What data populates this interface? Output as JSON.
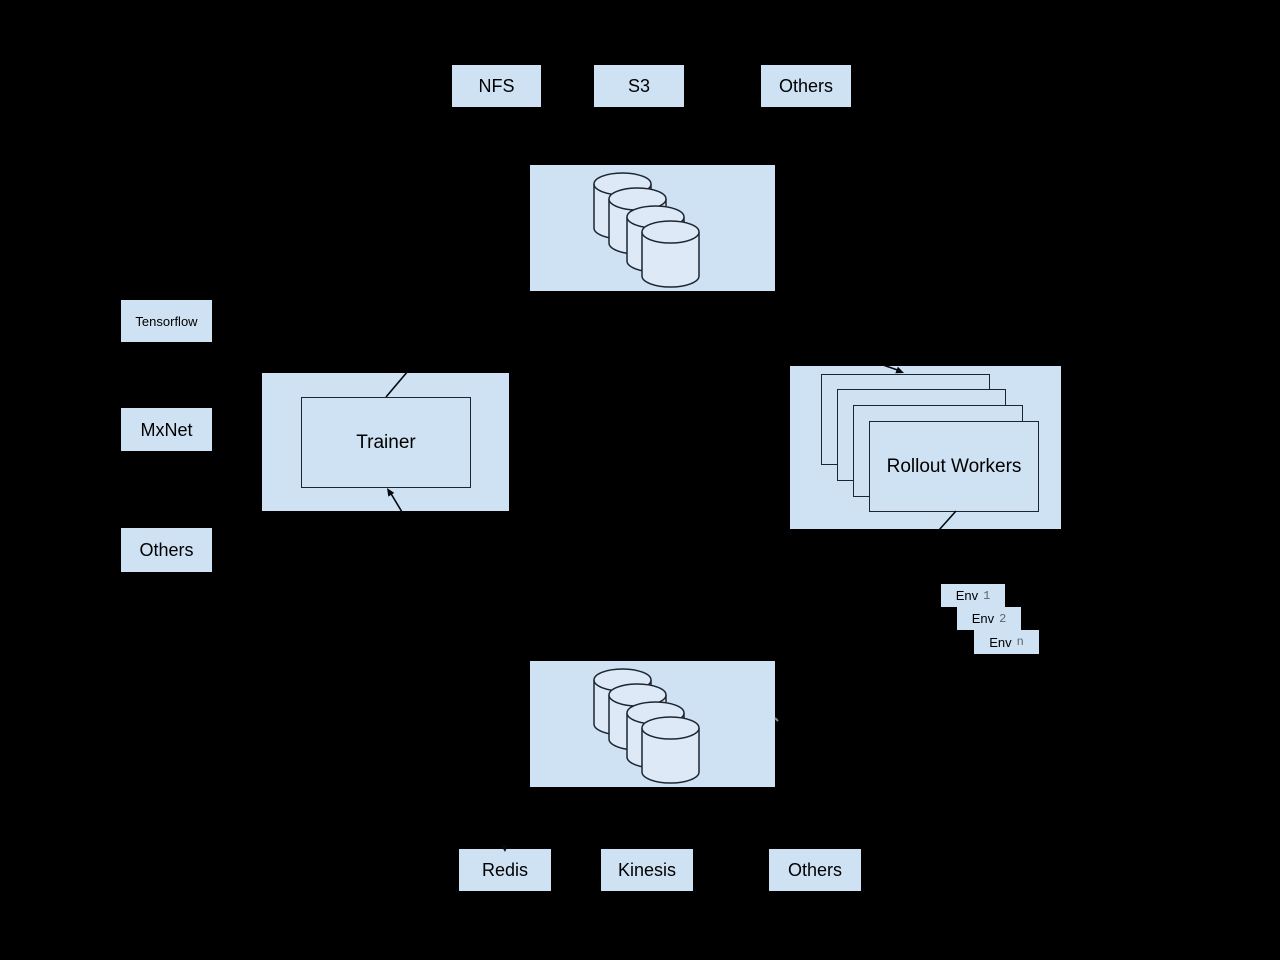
{
  "colors": {
    "background": "#000000",
    "node_fill": "#cfe2f3",
    "cylinder_fill": "#dde9f7",
    "outline": "#1d2630",
    "arrow": "#06090c",
    "env_number": "#5c6670"
  },
  "nodes": {
    "top_row": [
      "NFS",
      "S3",
      "Others"
    ],
    "left_column": [
      "Tensorflow",
      "MxNet",
      "Others"
    ],
    "trainer": "Trainer",
    "rollout_workers": "Rollout Workers",
    "envs": [
      {
        "label": "Env",
        "index": "1"
      },
      {
        "label": "Env",
        "index": "2"
      },
      {
        "label": "Env",
        "index": "n"
      }
    ],
    "bottom_row": [
      "Redis",
      "Kinesis",
      "Others"
    ]
  },
  "icons": {
    "top_datastore": "database-cylinders",
    "bottom_datastore": "database-cylinders"
  }
}
